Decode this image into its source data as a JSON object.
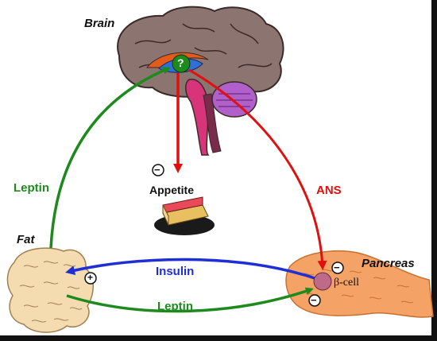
{
  "labels": {
    "brain": "Brain",
    "fat": "Fat",
    "pancreas": "Pancreas",
    "appetite": "Appetite",
    "ans": "ANS",
    "leptin_left": "Leptin",
    "insulin": "Insulin",
    "leptin_bottom": "Leptin",
    "beta_cell": "β-cell",
    "question": "?"
  },
  "signs": {
    "appetite": "−",
    "fat_plus": "+",
    "beta_upper": "−",
    "beta_lower": "−"
  },
  "colors": {
    "leptin": "#1e8a1e",
    "insulin": "#1f2fd6",
    "ans": "#e01010",
    "appetite": "#e01010",
    "brain_outer": "#8c7470",
    "fat": "#f4dcb0",
    "pancreas": "#f4a266"
  }
}
